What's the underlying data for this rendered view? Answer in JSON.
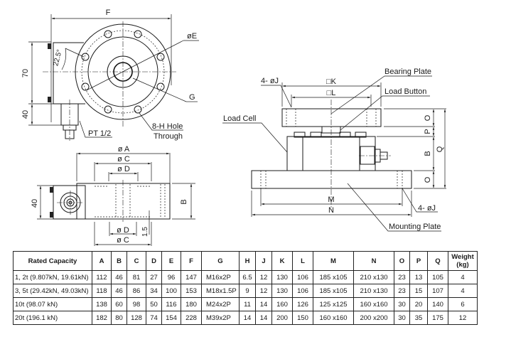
{
  "top_view": {
    "dim_F": "F",
    "dim_E": "øE",
    "dim_G": "G",
    "dim_70": "70",
    "dim_40": "40",
    "angle": "22.5°",
    "port": "PT 1/2",
    "holes_line1": "8-H Hole",
    "holes_line2": "Through"
  },
  "side_view": {
    "dim_A": "ø A",
    "dim_C_top": "ø C",
    "dim_D_top": "ø D",
    "dim_D_bottom": "ø D",
    "dim_C_bottom": "ø C",
    "dim_B": "B",
    "dim_40": "40",
    "dim_1_5": "1.5"
  },
  "assembly_view": {
    "bearing_plate": "Bearing Plate",
    "load_button": "Load Button",
    "load_cell": "Load Cell",
    "mounting_plate": "Mounting Plate",
    "holes_top": "4- øJ",
    "holes_bottom": "4- øJ",
    "dim_K": "□K",
    "dim_L": "□L",
    "dim_M": "M",
    "dim_N": "N",
    "dim_O_top": "O",
    "dim_P": "P",
    "dim_B": "B",
    "dim_O_bottom": "O",
    "dim_Q": "Q"
  },
  "spec_table": {
    "headers": [
      "Rated Capacity",
      "A",
      "B",
      "C",
      "D",
      "E",
      "F",
      "G",
      "H",
      "J",
      "K",
      "L",
      "M",
      "N",
      "O",
      "P",
      "Q",
      "Weight (kg)"
    ],
    "weight_header_line1": "Weight",
    "weight_header_line2": "(kg)",
    "rows": [
      [
        "1, 2t (9.807kN, 19.61kN)",
        "112",
        "46",
        "81",
        "27",
        "96",
        "147",
        "M16x2P",
        "6.5",
        "12",
        "130",
        "106",
        "185 x105",
        "210 x130",
        "23",
        "13",
        "105",
        "4"
      ],
      [
        "3, 5t (29.42kN, 49.03kN)",
        "118",
        "46",
        "86",
        "34",
        "100",
        "153",
        "M18x1.5P",
        "9",
        "12",
        "130",
        "106",
        "185 x105",
        "210 x130",
        "23",
        "15",
        "107",
        "4"
      ],
      [
        "10t (98.07 kN)",
        "138",
        "60",
        "98",
        "50",
        "116",
        "180",
        "M24x2P",
        "11",
        "14",
        "160",
        "126",
        "125 x125",
        "160 x160",
        "30",
        "20",
        "140",
        "6"
      ],
      [
        "20t (196.1 kN)",
        "182",
        "80",
        "128",
        "74",
        "154",
        "228",
        "M39x2P",
        "14",
        "14",
        "200",
        "150",
        "160 x160",
        "200 x200",
        "30",
        "35",
        "175",
        "12"
      ]
    ]
  }
}
